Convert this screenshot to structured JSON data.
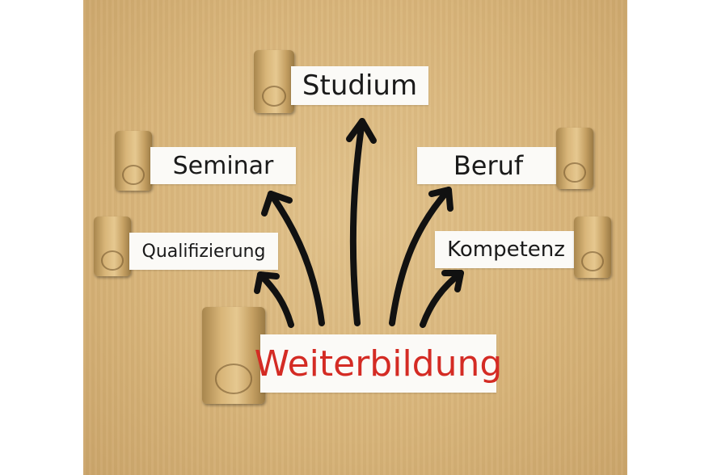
{
  "center": {
    "label": "Weiterbildung",
    "color": "#d42b24"
  },
  "branches": [
    {
      "label": "Studium"
    },
    {
      "label": "Seminar"
    },
    {
      "label": "Beruf"
    },
    {
      "label": "Qualifizierung"
    },
    {
      "label": "Kompetenz"
    }
  ],
  "colors": {
    "background": "#d9b57a",
    "paper": "#fbfaf7",
    "text": "#1a1a1a",
    "arrow": "#111111"
  }
}
